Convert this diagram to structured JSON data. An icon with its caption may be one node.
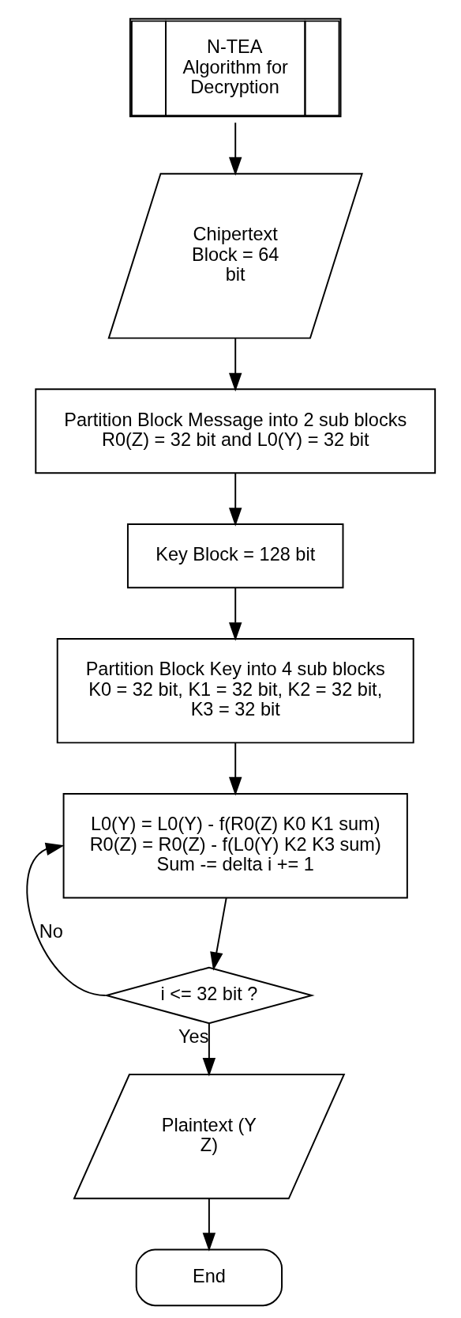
{
  "diagram": {
    "nodes": [
      {
        "text": [
          "N-TEA Algorithm for Decryption"
        ]
      },
      {
        "text": [
          "Chipertext Block = 64 bit"
        ]
      },
      {
        "text": [
          "Partition Block Message into 2 sub blocks R0(Z) = 32 bit and L0(Y) = 32 bit"
        ]
      },
      {
        "text": [
          "Key Block = 128 bit"
        ]
      },
      {
        "text": [
          "Partition Block Key into 4 sub blocks K0 = 32 bit, K1 = 32 bit, K2 = 32 bit, K3 = 32 bit"
        ]
      },
      {
        "text": [
          "L0(Y) = L0(Y) - f(R0(Z) K0 K1 sum) R0(Z) = R0(Z) - f(L0(Y) K2 K3 sum) Sum -= delta i += 1"
        ]
      },
      {
        "text": [
          "i <= 32 bit ?"
        ]
      },
      {
        "text": [
          "Plaintext (Y Z)"
        ]
      },
      {
        "text": [
          "End"
        ]
      }
    ],
    "edges": [
      {
        "from": 0,
        "to": 1,
        "arrow": "to"
      },
      {
        "from": 1,
        "to": 2,
        "arrow": "to"
      },
      {
        "from": 2,
        "to": 3,
        "arrow": "to"
      },
      {
        "from": 3,
        "to": 4,
        "arrow": "to"
      },
      {
        "from": 4,
        "to": 5,
        "arrow": "to"
      },
      {
        "from": 5,
        "to": 6,
        "arrow": "to"
      },
      {
        "from": 6,
        "to": 5,
        "arrow": "to",
        "label": "No"
      },
      {
        "from": 6,
        "to": 7,
        "arrow": "to",
        "label": "Yes"
      },
      {
        "from": 7,
        "to": 8,
        "arrow": "to"
      }
    ]
  }
}
